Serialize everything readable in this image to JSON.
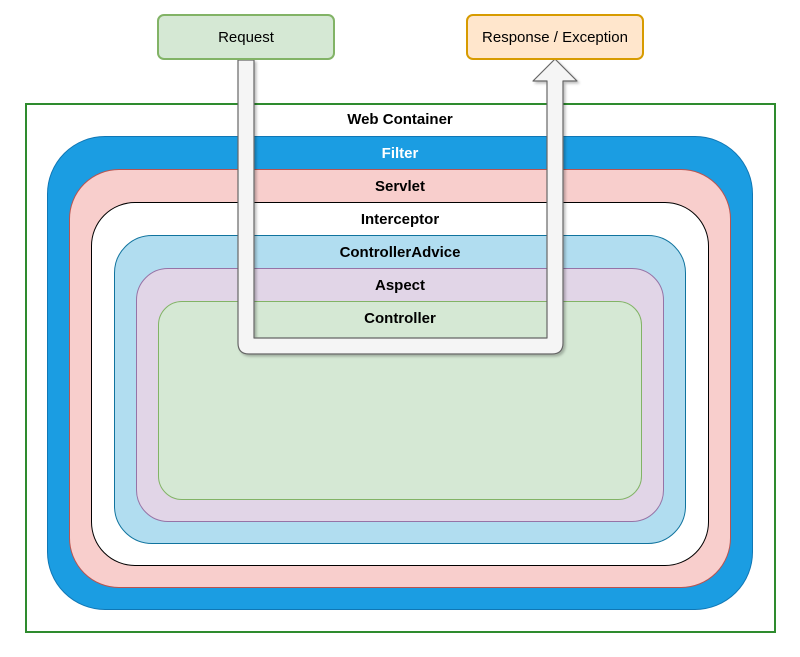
{
  "request": {
    "label": "Request"
  },
  "response": {
    "label": "Response / Exception"
  },
  "layers": {
    "web_container": "Web Container",
    "filter": "Filter",
    "servlet": "Servlet",
    "interceptor": "Interceptor",
    "controller_advice": "ControllerAdvice",
    "aspect": "Aspect",
    "controller": "Controller"
  },
  "colors": {
    "web_container_border": "#2e8b2e",
    "filter_fill": "#1b9de2",
    "servlet_fill": "#f8cecc",
    "servlet_border": "#b85450",
    "interceptor_fill": "#ffffff",
    "controller_advice_fill": "#b1ddf0",
    "controller_advice_border": "#10739e",
    "aspect_fill": "#e1d5e7",
    "aspect_border": "#9673a6",
    "controller_fill": "#d5e8d4",
    "controller_border": "#82b366",
    "request_fill": "#d5e8d4",
    "request_border": "#82b366",
    "response_fill": "#ffe6cc",
    "response_border": "#d79b00",
    "arrow_fill": "#f5f5f5",
    "arrow_border": "#666666"
  }
}
